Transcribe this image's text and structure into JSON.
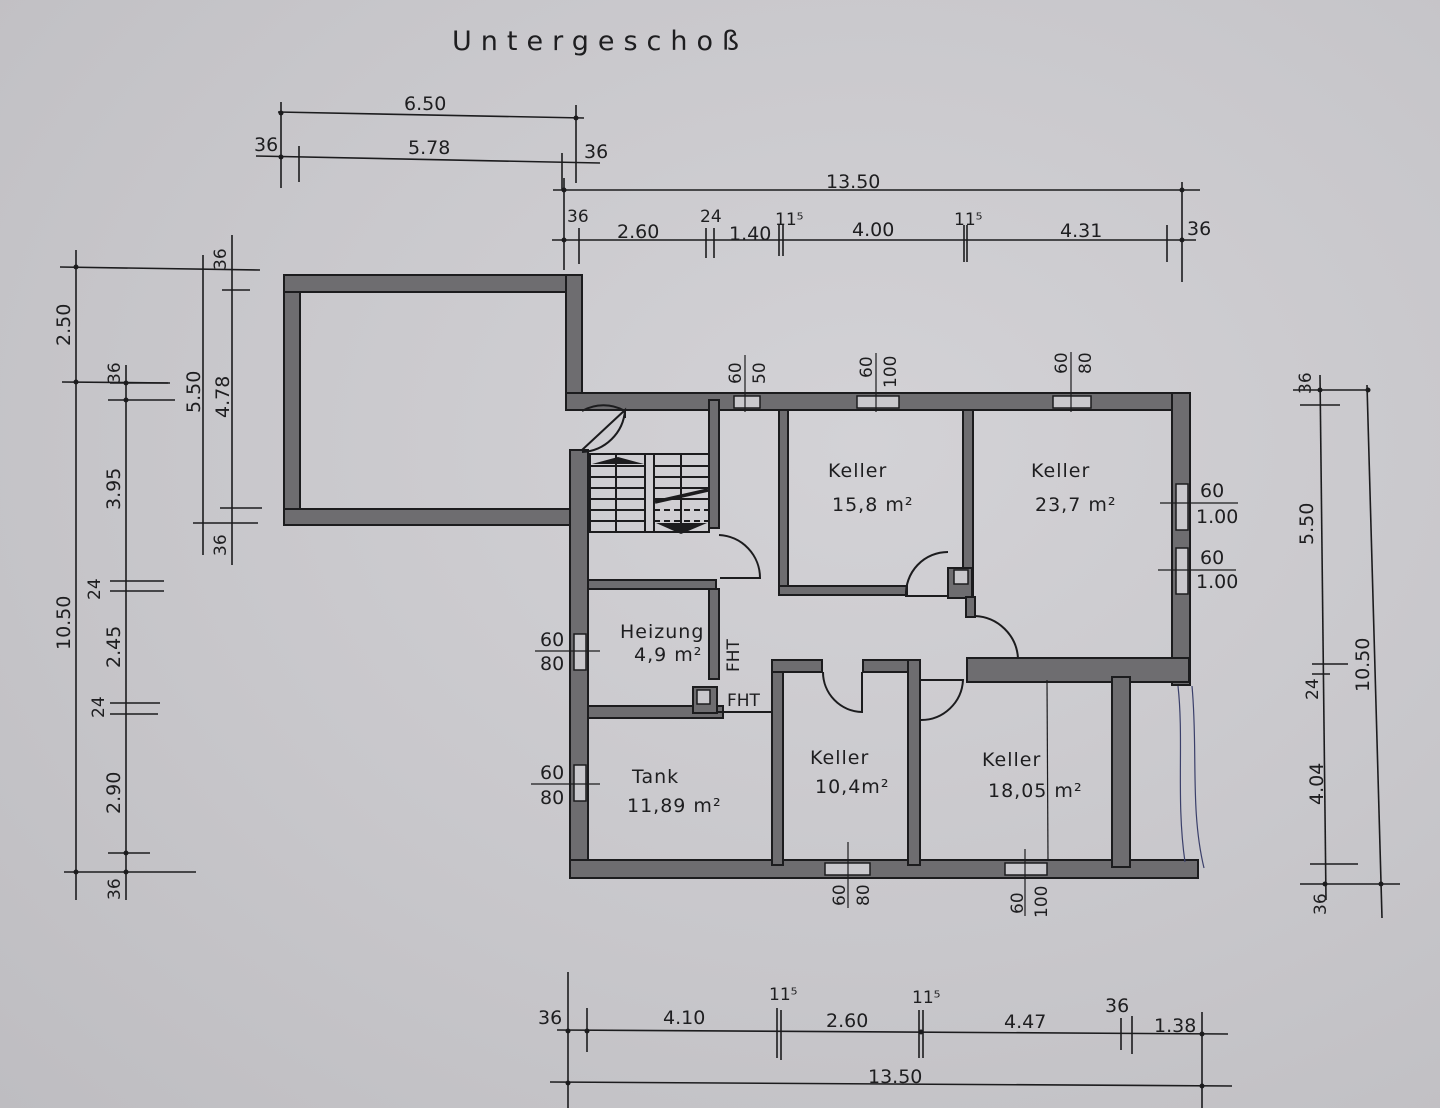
{
  "title": "Untergeschoß",
  "dimensions": {
    "top_annex": {
      "overall": "6.50",
      "inner": "5.78",
      "left_wall": "36",
      "right_wall": "36"
    },
    "top_main": {
      "overall": "13.50",
      "segments": [
        "36",
        "2.60",
        "24",
        "1.40",
        "11⁵",
        "4.00",
        "11⁵",
        "4.31",
        "36"
      ]
    },
    "left_annex": {
      "top_wall": "36",
      "overall": "5.50",
      "inner": "4.78",
      "bottom_wall": "36"
    },
    "left_outer": {
      "annex_offset": "2.50",
      "overall": "10.50"
    },
    "left_main": {
      "segments": [
        "36",
        "3.95",
        "24",
        "2.45",
        "24",
        "2.90",
        "36"
      ]
    },
    "right": {
      "overall": "10.50",
      "segments": [
        "36",
        "5.50",
        "24",
        "4.04",
        "36"
      ]
    },
    "bottom": {
      "overall": "13.50",
      "segments": [
        "36",
        "4.10",
        "11⁵",
        "2.60",
        "11⁵",
        "4.47",
        "36",
        "1.38"
      ]
    }
  },
  "windows": [
    {
      "id": "stair-top",
      "width": "60",
      "height": "50"
    },
    {
      "id": "keller1-top",
      "width": "60",
      "height": "100"
    },
    {
      "id": "keller2-top",
      "width": "60",
      "height": "80"
    },
    {
      "id": "keller2-right-a",
      "width": "60",
      "height": "1.00"
    },
    {
      "id": "keller2-right-b",
      "width": "60",
      "height": "1.00"
    },
    {
      "id": "heizung-left",
      "width": "60",
      "height": "80"
    },
    {
      "id": "tank-left",
      "width": "60",
      "height": "80"
    },
    {
      "id": "keller3-bottom",
      "width": "60",
      "height": "80"
    },
    {
      "id": "keller4-bottom",
      "width": "60",
      "height": "100"
    }
  ],
  "rooms": [
    {
      "name": "Keller",
      "area": "15,8 m²"
    },
    {
      "name": "Keller",
      "area": "23,7 m²"
    },
    {
      "name": "Heizung",
      "area": "4,9 m²"
    },
    {
      "name": "Tank",
      "area": "11,89 m²"
    },
    {
      "name": "Keller",
      "area": "10,4m²"
    },
    {
      "name": "Keller",
      "area": "18,05 m²"
    }
  ],
  "labels": {
    "fht_vertical": "FHT",
    "fht_horizontal": "FHT"
  }
}
